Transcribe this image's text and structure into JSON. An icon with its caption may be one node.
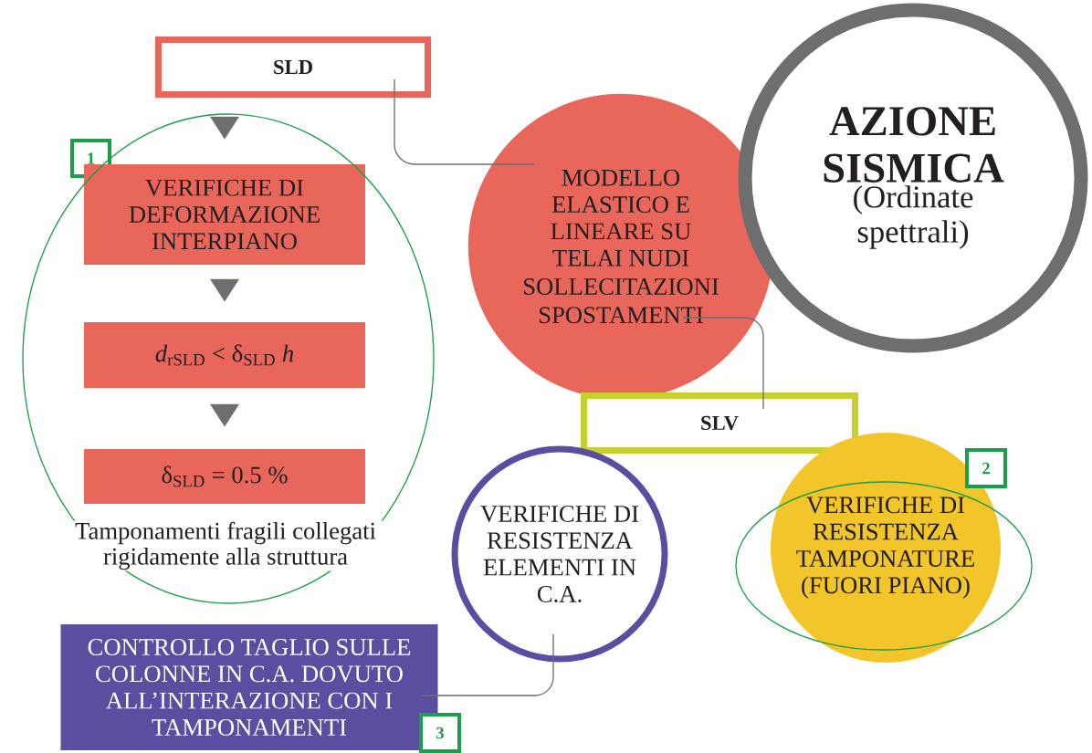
{
  "diagram": {
    "nodes": [
      {
        "text": [
          "SLD"
        ]
      },
      {
        "text": [
          "1"
        ]
      },
      {
        "text": [
          "VERIFICHE DI DEFORMAZIONE INTERPIANO"
        ]
      },
      {
        "text": [
          "*d*$_{rSLD}$ < δ$_{SLD}$ *h*"
        ]
      },
      {
        "text": [
          "δ$_{SLD}$ = 0.5 %"
        ]
      },
      {
        "text": [
          "MODELLO ELASTICO E LINEARE SU TELAI NUDI",
          "SOLLECITAZIONI",
          "SPOSTAMENTI"
        ]
      },
      {
        "text": [
          "AZIONE SISMICA",
          "(Ordinate spettrali)"
        ]
      },
      {
        "text": [
          "SLV"
        ]
      },
      {
        "text": [
          "VERIFICHE DI RESISTENZA ELEMENTI IN C.A."
        ]
      },
      {
        "text": [
          "VERIFICHE DI RESISTENZA TAMPONATURE (FUORI PIANO)"
        ]
      },
      {
        "text": [
          "2"
        ]
      },
      {
        "text": [
          "CONTROLLO TAGLIO SULLE COLONNE IN C.A. DOVUTO ALL’INTERAZIONE CON I TAMPONAMENTI"
        ]
      },
      {
        "text": [
          "3"
        ]
      }
    ],
    "edges": [
      {
        "from": 0,
        "to": 2,
        "arrow": "to"
      },
      {
        "from": 2,
        "to": 3,
        "arrow": "to"
      },
      {
        "from": 3,
        "to": 4,
        "arrow": "to"
      },
      {
        "from": 0,
        "to": 5,
        "arrow": "none"
      },
      {
        "from": 5,
        "to": 7,
        "arrow": "none"
      },
      {
        "from": 8,
        "to": 11,
        "arrow": "none"
      }
    ],
    "labels": [
      "Tamponamenti fragili collegati rigidamente alla struttura"
    ]
  }
}
